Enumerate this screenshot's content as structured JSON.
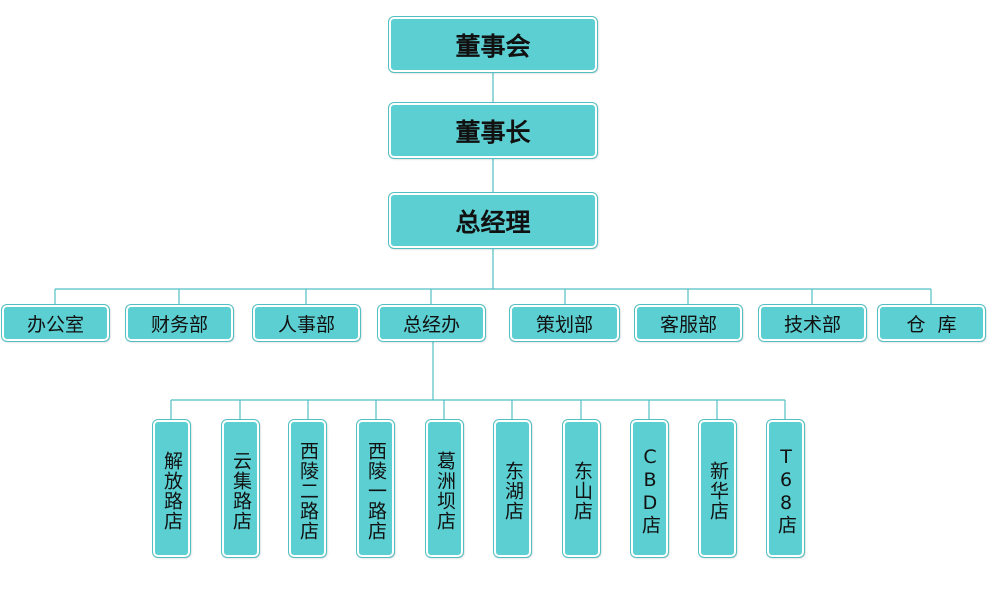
{
  "top": {
    "board": "董事会",
    "chairman": "董事长",
    "general_manager": "总经理"
  },
  "departments": [
    "办公室",
    "财务部",
    "人事部",
    "总经办",
    "策划部",
    "客服部",
    "技术部",
    "仓  库"
  ],
  "stores": [
    "解放路店",
    "云集路店",
    "西陵二路店",
    "西陵一路店",
    "葛洲坝店",
    "东湖店",
    "东山店",
    "CBD店",
    "新华店",
    "T68店"
  ],
  "colors": {
    "box_fill": "#5ccfd2",
    "box_border": "#52bfc3",
    "line": "#52bfc3"
  }
}
